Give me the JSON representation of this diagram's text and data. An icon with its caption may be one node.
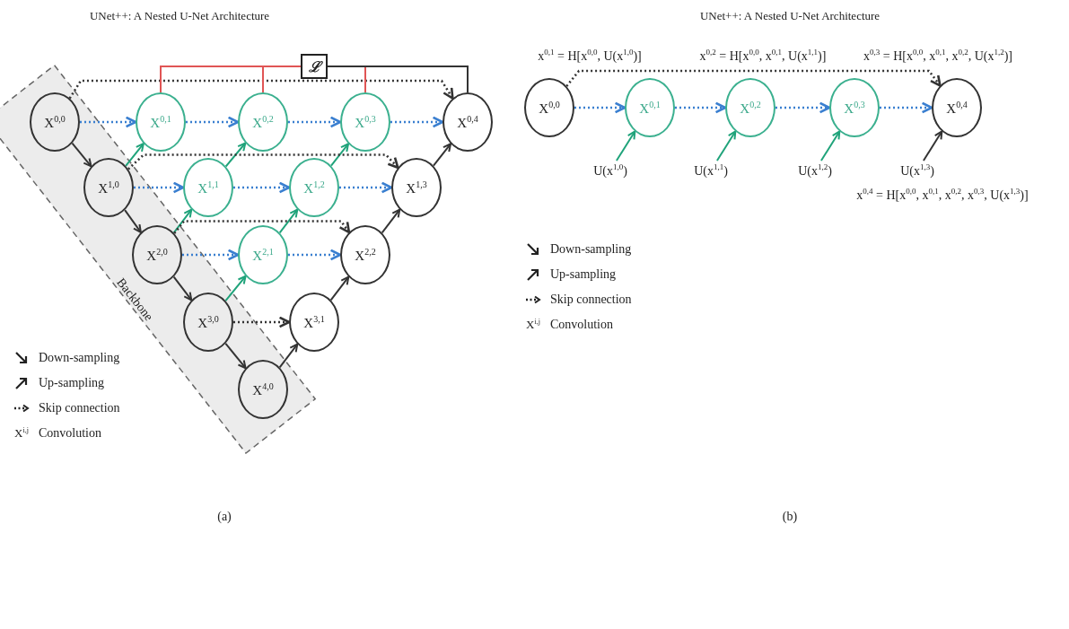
{
  "diagram": {
    "nodes": [
      {
        "text": [
          "ℒ"
        ]
      },
      {
        "text": [
          "X$^{0,0}$"
        ]
      },
      {
        "text": [
          "X$^{0,1}$"
        ]
      },
      {
        "text": [
          "X$^{0,2}$"
        ]
      },
      {
        "text": [
          "X$^{0,3}$"
        ]
      },
      {
        "text": [
          "X$^{0,4}$"
        ]
      },
      {
        "text": [
          "X$^{1,0}$"
        ]
      },
      {
        "text": [
          "X$^{1,1}$"
        ]
      },
      {
        "text": [
          "X$^{1,2}$"
        ]
      },
      {
        "text": [
          "X$^{1,3}$"
        ]
      },
      {
        "text": [
          "X$^{2,0}$"
        ]
      },
      {
        "text": [
          "X$^{2,1}$"
        ]
      },
      {
        "text": [
          "X$^{2,2}$"
        ]
      },
      {
        "text": [
          "X$^{3,0}$"
        ]
      },
      {
        "text": [
          "X$^{3,1}$"
        ]
      },
      {
        "text": [
          "X$^{4,0}$"
        ]
      },
      {
        "text": [
          "X$^{0,0}$"
        ]
      },
      {
        "text": [
          "X$^{0,1}$"
        ],
        "beside": [
          "x$^{0,1}$ = H[x$^{0,0}$, U(x$^{1,0}$)]"
        ]
      },
      {
        "text": [
          "X$^{0,2}$"
        ],
        "beside": [
          "x$^{0,2}$ = H[x$^{0,0}$, x$^{0,1}$, U(x$^{1,1}$)]"
        ]
      },
      {
        "text": [
          "X$^{0,3}$"
        ],
        "beside": [
          "x$^{0,3}$ = H[x$^{0,0}$, x$^{0,1}$, x$^{0,2}$, U(x$^{1,2}$)]"
        ]
      },
      {
        "text": [
          "X$^{0,4}$"
        ]
      },
      {
        "text": [
          "U(x$^{1,0}$)"
        ]
      },
      {
        "text": [
          "U(x$^{1,1}$)"
        ]
      },
      {
        "text": [
          "U(x$^{1,2}$)"
        ]
      },
      {
        "text": [
          "U(x$^{1,3}$)"
        ]
      }
    ],
    "edges": [
      {
        "from": 1,
        "to": 6,
        "arrow": "to"
      },
      {
        "from": 6,
        "to": 10,
        "arrow": "to"
      },
      {
        "from": 10,
        "to": 13,
        "arrow": "to"
      },
      {
        "from": 13,
        "to": 15,
        "arrow": "to"
      },
      {
        "from": 6,
        "to": 2,
        "arrow": "to",
        "color": "#1fa37a"
      },
      {
        "from": 10,
        "to": 7,
        "arrow": "to",
        "color": "#1fa37a"
      },
      {
        "from": 13,
        "to": 11,
        "arrow": "to",
        "color": "#1fa37a"
      },
      {
        "from": 7,
        "to": 3,
        "arrow": "to",
        "color": "#1fa37a"
      },
      {
        "from": 11,
        "to": 8,
        "arrow": "to",
        "color": "#1fa37a"
      },
      {
        "from": 8,
        "to": 4,
        "arrow": "to",
        "color": "#1fa37a"
      },
      {
        "from": 15,
        "to": 14,
        "arrow": "to"
      },
      {
        "from": 14,
        "to": 12,
        "arrow": "to"
      },
      {
        "from": 12,
        "to": 9,
        "arrow": "to"
      },
      {
        "from": 9,
        "to": 5,
        "arrow": "to"
      },
      {
        "from": 1,
        "to": 2,
        "arrow": "to",
        "style": "dashed",
        "color": "#3a7fd0"
      },
      {
        "from": 2,
        "to": 3,
        "arrow": "to",
        "style": "dashed",
        "color": "#3a7fd0"
      },
      {
        "from": 3,
        "to": 4,
        "arrow": "to",
        "style": "dashed",
        "color": "#3a7fd0"
      },
      {
        "from": 4,
        "to": 5,
        "arrow": "to",
        "style": "dashed",
        "color": "#3a7fd0"
      },
      {
        "from": 6,
        "to": 7,
        "arrow": "to",
        "style": "dashed",
        "color": "#3a7fd0"
      },
      {
        "from": 7,
        "to": 8,
        "arrow": "to",
        "style": "dashed",
        "color": "#3a7fd0"
      },
      {
        "from": 8,
        "to": 9,
        "arrow": "to",
        "style": "dashed",
        "color": "#3a7fd0"
      },
      {
        "from": 10,
        "to": 11,
        "arrow": "to",
        "style": "dashed",
        "color": "#3a7fd0"
      },
      {
        "from": 11,
        "to": 12,
        "arrow": "to",
        "style": "dashed",
        "color": "#3a7fd0"
      },
      {
        "from": 13,
        "to": 14,
        "arrow": "to",
        "style": "dashed"
      },
      {
        "from": 1,
        "to": 5,
        "arrow": "to",
        "style": "dashed"
      },
      {
        "from": 6,
        "to": 9,
        "arrow": "to",
        "style": "dashed"
      },
      {
        "from": 10,
        "to": 12,
        "arrow": "to",
        "style": "dashed"
      },
      {
        "from": 2,
        "to": 0,
        "arrow": "none",
        "color": "#e05555"
      },
      {
        "from": 3,
        "to": 0,
        "arrow": "none",
        "color": "#e05555"
      },
      {
        "from": 4,
        "to": 0,
        "arrow": "none",
        "color": "#e05555"
      },
      {
        "from": 5,
        "to": 0,
        "arrow": "none"
      },
      {
        "from": 16,
        "to": 17,
        "arrow": "to",
        "style": "dashed",
        "color": "#3a7fd0"
      },
      {
        "from": 17,
        "to": 18,
        "arrow": "to",
        "style": "dashed",
        "color": "#3a7fd0"
      },
      {
        "from": 18,
        "to": 19,
        "arrow": "to",
        "style": "dashed",
        "color": "#3a7fd0"
      },
      {
        "from": 19,
        "to": 20,
        "arrow": "to",
        "style": "dashed",
        "color": "#3a7fd0"
      },
      {
        "from": 16,
        "to": 20,
        "arrow": "to",
        "style": "dashed"
      },
      {
        "from": 21,
        "to": 17,
        "arrow": "to",
        "color": "#1fa37a"
      },
      {
        "from": 22,
        "to": 18,
        "arrow": "to",
        "color": "#1fa37a"
      },
      {
        "from": 23,
        "to": 19,
        "arrow": "to",
        "color": "#1fa37a"
      },
      {
        "from": 24,
        "to": 20,
        "arrow": "to"
      }
    ],
    "labels": [
      "UNet++: A Nested U-Net Architecture",
      "UNet++: A Nested U-Net Architecture",
      "Backbone",
      "X$^{i,j}$",
      "X$^{i,j}$",
      "(a)",
      "(b)",
      "x$^{0,4}$ = H[x$^{0,0}$, x$^{0,1}$, x$^{0,2}$, x$^{0,3}$, U(x$^{1,3}$)]"
    ],
    "legend": [
      {
        "text": "Down-sampling"
      },
      {
        "text": "Up-sampling"
      },
      {
        "text": "Skip connection"
      },
      {
        "text": "Convolution"
      },
      {
        "text": "Down-sampling"
      },
      {
        "text": "Up-sampling"
      },
      {
        "text": "Skip connection"
      },
      {
        "text": "Convolution"
      }
    ]
  }
}
